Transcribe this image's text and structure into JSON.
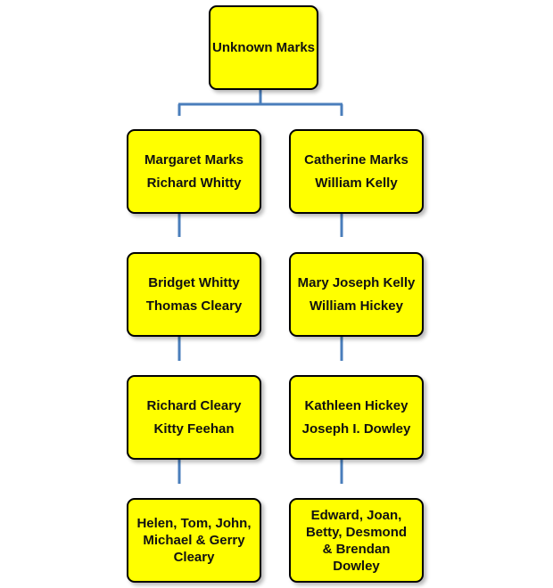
{
  "colors": {
    "node_fill": "#ffff00",
    "node_border": "#000000",
    "connector": "#4a7ebb"
  },
  "root": {
    "lines": [
      "Unknown Marks"
    ]
  },
  "left": [
    {
      "lines": [
        "Margaret Marks",
        "Richard Whitty"
      ]
    },
    {
      "lines": [
        "Bridget Whitty",
        "Thomas Cleary"
      ]
    },
    {
      "lines": [
        "Richard Cleary",
        "Kitty Feehan"
      ]
    },
    {
      "lines": [
        "Helen, Tom, John,",
        "Michael & Gerry",
        "Cleary"
      ]
    }
  ],
  "right": [
    {
      "lines": [
        "Catherine Marks",
        "William Kelly"
      ]
    },
    {
      "lines": [
        "Mary Joseph Kelly",
        "William Hickey"
      ]
    },
    {
      "lines": [
        "Kathleen Hickey",
        "Joseph I. Dowley"
      ]
    },
    {
      "lines": [
        "Edward, Joan,",
        "Betty, Desmond",
        "& Brendan",
        "Dowley"
      ]
    }
  ]
}
